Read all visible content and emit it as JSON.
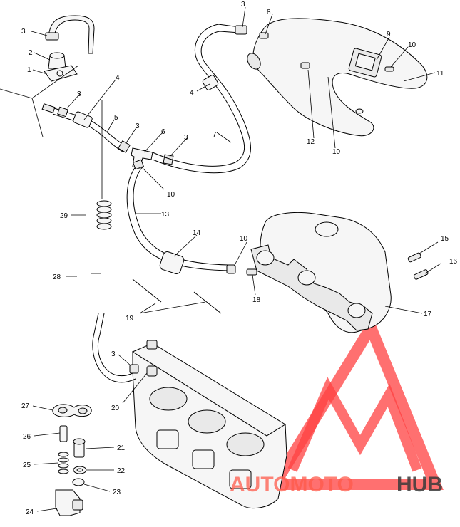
{
  "callouts": {
    "c1": "1",
    "c2": "2",
    "c3a": "3",
    "c3b": "3",
    "c3c": "3",
    "c3d": "3",
    "c3e": "3",
    "c3f": "3",
    "c4a": "4",
    "c4b": "4",
    "c5": "5",
    "c6": "6",
    "c7": "7",
    "c8": "8",
    "c9": "9",
    "c10a": "10",
    "c10b": "10",
    "c10c": "10",
    "c10d": "10",
    "c11": "11",
    "c12": "12",
    "c13": "13",
    "c14": "14",
    "c15": "15",
    "c16": "16",
    "c17": "17",
    "c18": "18",
    "c19": "19",
    "c20": "20",
    "c21": "21",
    "c22": "22",
    "c23": "23",
    "c24": "24",
    "c25": "25",
    "c26": "26",
    "c27": "27",
    "c28": "28",
    "c29": "29"
  },
  "watermark": {
    "part1": "AUTOMOTO",
    "part2": "HUB",
    "color_main": "#ff3b3b",
    "color_fade": "#ffb0a0",
    "color_hub": "#3a3a3a"
  }
}
